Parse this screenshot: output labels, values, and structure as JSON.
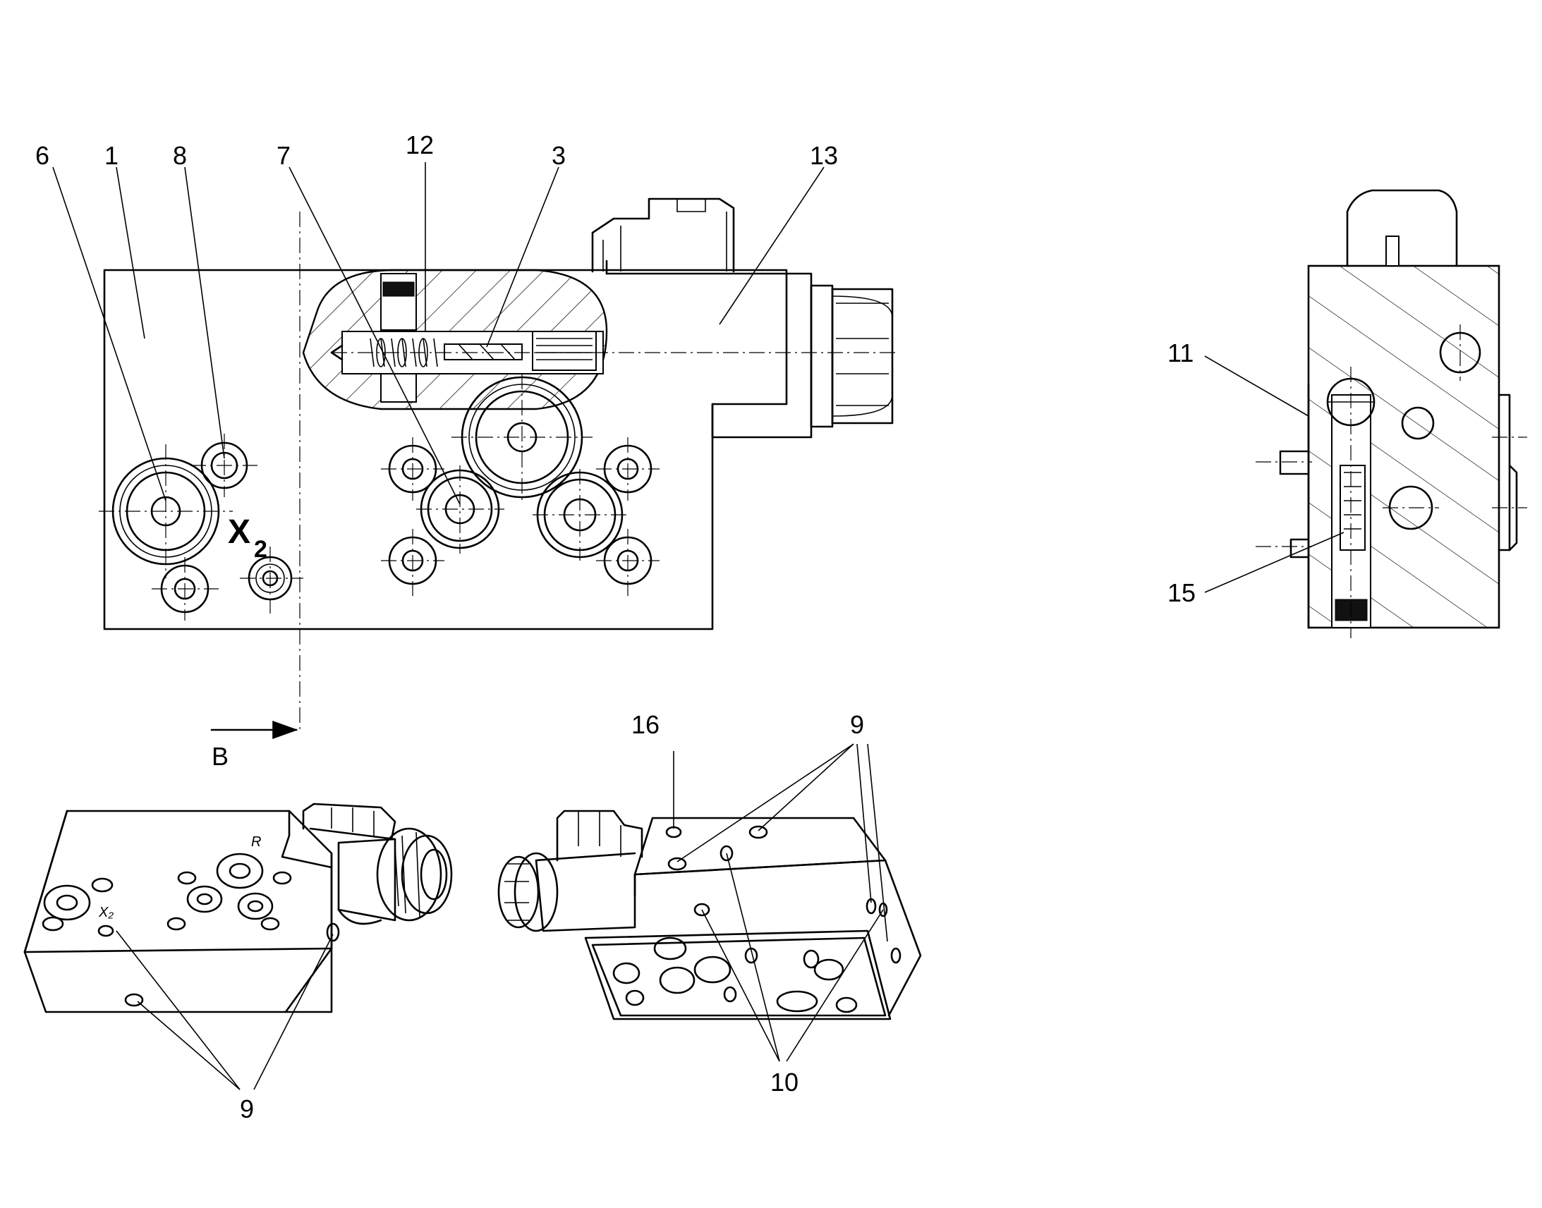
{
  "callouts": {
    "c6": "6",
    "c1": "1",
    "c8": "8",
    "c7": "7",
    "c12": "12",
    "c3": "3",
    "c13": "13",
    "c11": "11",
    "c15": "15",
    "c16": "16",
    "c9_right": "9",
    "c9_left": "9",
    "c10": "10"
  },
  "ports": {
    "x2_main": "X",
    "x2_sub": "2",
    "r_iso": "R",
    "x2_iso": "X₂"
  },
  "section_marker": {
    "label": "B"
  }
}
